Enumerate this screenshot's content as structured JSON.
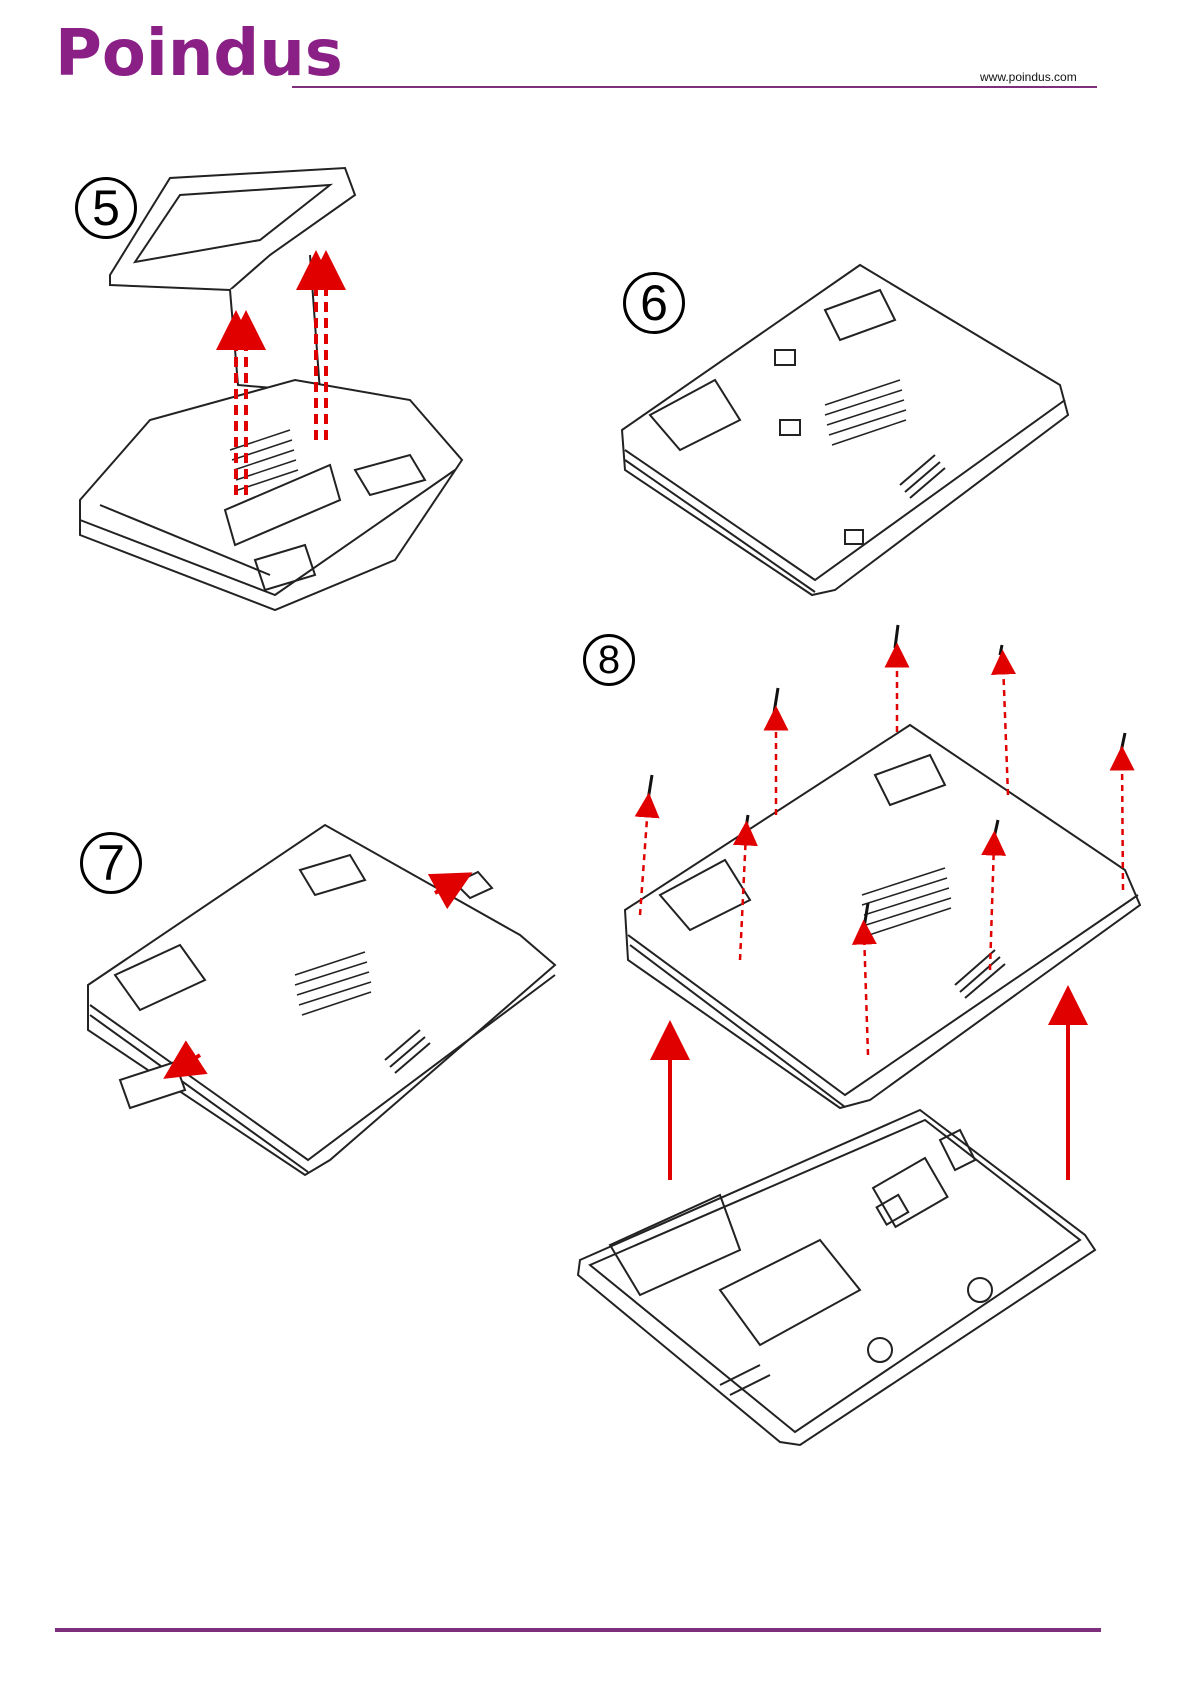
{
  "header": {
    "brand": "Poindus",
    "website": "www.poindus.com",
    "accent_color": "#7d2f7e"
  },
  "steps": [
    {
      "label": "5"
    },
    {
      "label": "6"
    },
    {
      "label": "7"
    },
    {
      "label": "8"
    }
  ],
  "arrow_color": "#e00000"
}
